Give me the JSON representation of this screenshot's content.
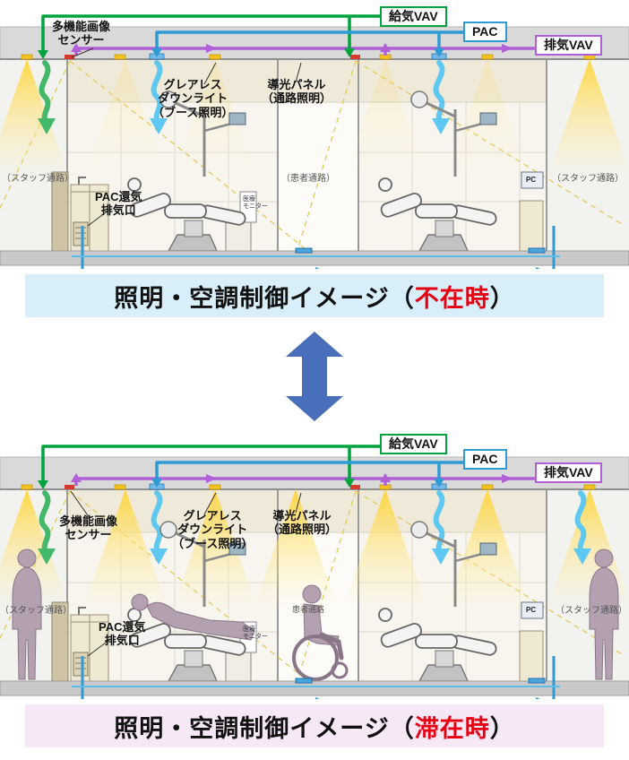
{
  "ducts": {
    "supply_label": "給気VAV",
    "pac_label": "PAC",
    "exhaust_label": "排気VAV"
  },
  "annotations": {
    "sensor_l1": "多機能画像",
    "sensor_l2": "センサー",
    "downlight_l1": "グレアレス",
    "downlight_l2": "ダウンライト",
    "downlight_l3": "（ブース照明）",
    "lightpanel_l1": "導光パネル",
    "lightpanel_l2": "（通路照明）",
    "pac_return_l1": "PAC還気",
    "pac_return_l2": "排気口",
    "corridor_staff": "（スタッフ通路）",
    "corridor_patient": "（患者通路）",
    "corridor_patient_short": "患者通路",
    "pc_label": "PC",
    "monitor_l1": "医療",
    "monitor_l2": "モニター"
  },
  "panels": {
    "absent": {
      "title_prefix": "照明・空調制御イメージ（",
      "title_state": "不在時",
      "title_suffix": "）"
    },
    "present": {
      "title_prefix": "照明・空調制御イメージ（",
      "title_state": "滞在時",
      "title_suffix": "）"
    }
  },
  "colors": {
    "supply_duct": "#00a33e",
    "pac_duct": "#2e9bd6",
    "exhaust_duct": "#b05fd6",
    "airflow": "#5ec8f0",
    "light_cone": "#ffd43a",
    "state_text": "#e60012",
    "title_bg_absent": "#d8effa",
    "title_bg_present": "#f7e8f7",
    "transition_arrow": "#4a6fba"
  }
}
